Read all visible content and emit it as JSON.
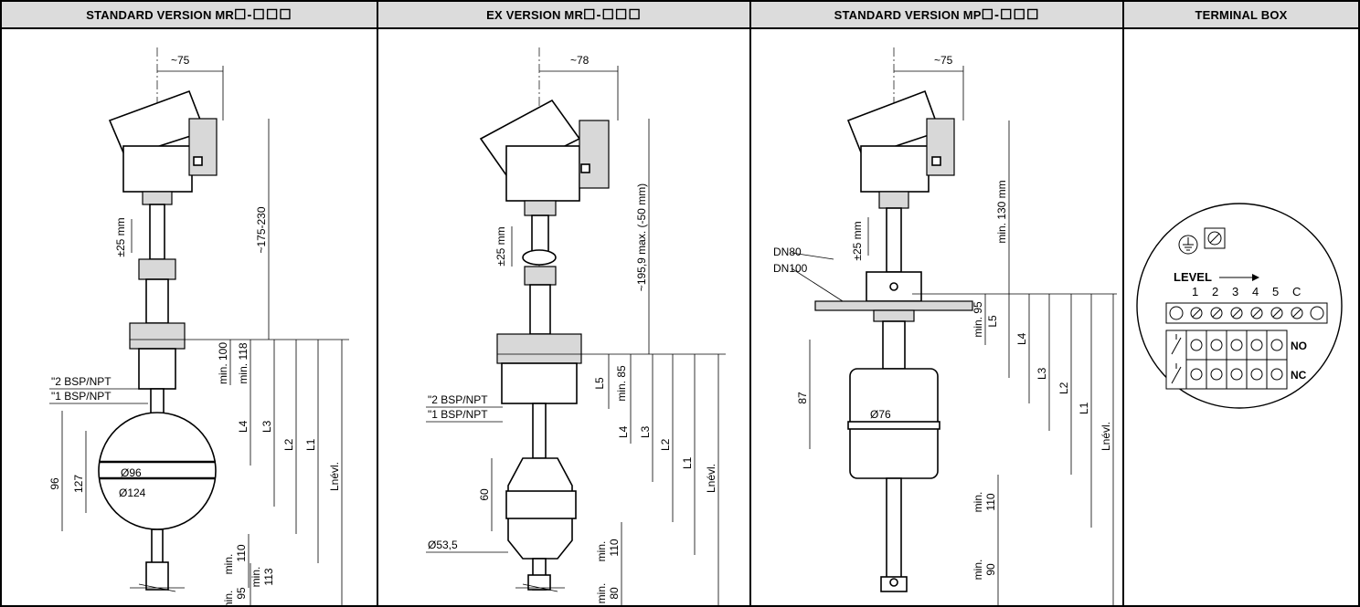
{
  "panels": {
    "mr_std": {
      "title_prefix": "STANDARD VERSION MR",
      "title_boxes": "☐-☐☐☐",
      "dims": [
        "~75",
        "~175-230",
        "±25 mm",
        "min. 100",
        "min. 118",
        "\"2 BSP/NPT",
        "\"1 BSP/NPT",
        "L4",
        "L3",
        "L2",
        "L1",
        "Lnévl.",
        "96",
        "127",
        "Ø96",
        "Ø124",
        "min.",
        "110",
        "min.",
        "95",
        "min.",
        "113"
      ]
    },
    "mr_ex": {
      "title_prefix": "EX VERSION MR",
      "title_boxes": "☐-☐☐☐",
      "dims": [
        "~78",
        "~195,9 max. (-50 mm)",
        "±25 mm",
        "L5",
        "min. 85",
        "\"2 BSP/NPT",
        "\"1 BSP/NPT",
        "L4",
        "L3",
        "L2",
        "L1",
        "Lnévl.",
        "60",
        "Ø53,5",
        "min.",
        "110",
        "min.",
        "80"
      ]
    },
    "mp_std": {
      "title_prefix": "STANDARD VERSION MP",
      "title_boxes": "☐-☐☐☐",
      "dims": [
        "~75",
        "min. 130 mm",
        "±25 mm",
        "DN80",
        "DN100",
        "min. 95",
        "L5",
        "L4",
        "L3",
        "L2",
        "L1",
        "Lnévl.",
        "87",
        "Ø76",
        "min.",
        "110",
        "min.",
        "90"
      ]
    },
    "terminal": {
      "title": "TERMINAL BOX",
      "level_label": "LEVEL",
      "terminals": [
        "1",
        "2",
        "3",
        "4",
        "5",
        "C"
      ],
      "row_labels": [
        "NO",
        "NC"
      ]
    }
  }
}
